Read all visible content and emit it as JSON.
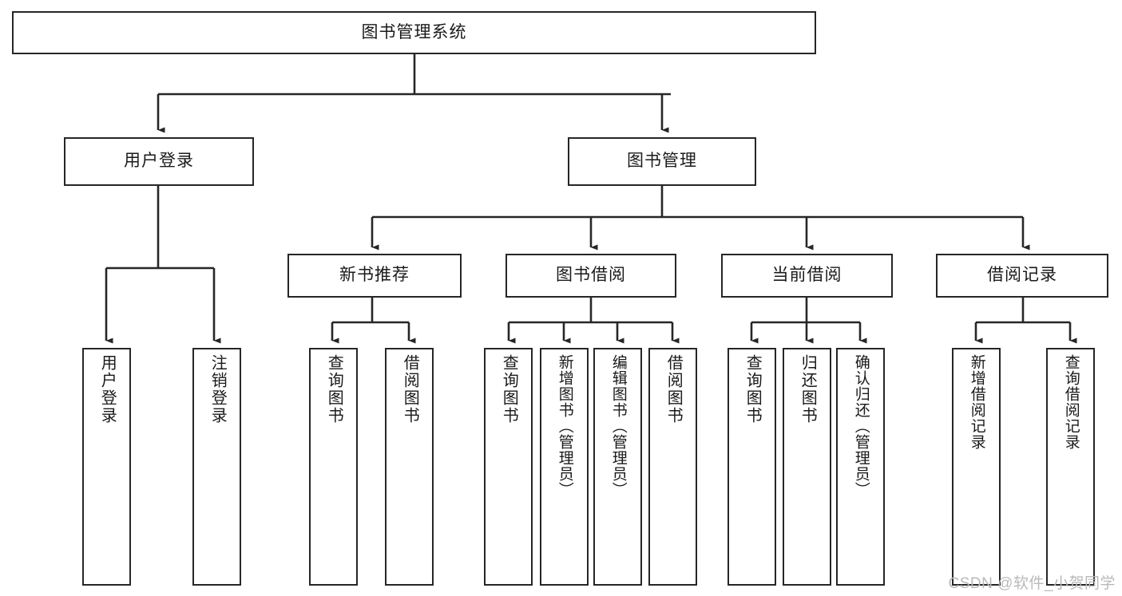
{
  "diagram": {
    "title": "图书管理系统",
    "type": "tree-structure-chart",
    "orientation": "top-down",
    "box_border_color": "#262626",
    "box_fill_color": "#ffffff",
    "connector_color": "#262626",
    "text_color": "#1a1a1a"
  },
  "root": {
    "label": "图书管理系统"
  },
  "level2": [
    {
      "label": "用户登录"
    },
    {
      "label": "图书管理"
    }
  ],
  "level3": [
    {
      "label": "新书推荐"
    },
    {
      "label": "图书借阅"
    },
    {
      "label": "当前借阅"
    },
    {
      "label": "借阅记录"
    }
  ],
  "leaves": {
    "user_login": [
      {
        "label": "用户登录"
      },
      {
        "label": "注销登录"
      }
    ],
    "new_book_recommend": [
      {
        "label": "查询图书"
      },
      {
        "label": "借阅图书"
      }
    ],
    "book_borrow": [
      {
        "label": "查询图书"
      },
      {
        "label": "新增图书（管理员）"
      },
      {
        "label": "编辑图书（管理员）"
      },
      {
        "label": "借阅图书"
      }
    ],
    "current_borrow": [
      {
        "label": "查询图书"
      },
      {
        "label": "归还图书"
      },
      {
        "label": "确认归还（管理员）"
      }
    ],
    "borrow_record": [
      {
        "label": "新增借阅记录"
      },
      {
        "label": "查询借阅记录"
      }
    ]
  },
  "watermark": {
    "text": "CSDN @软件_小贺同学"
  }
}
